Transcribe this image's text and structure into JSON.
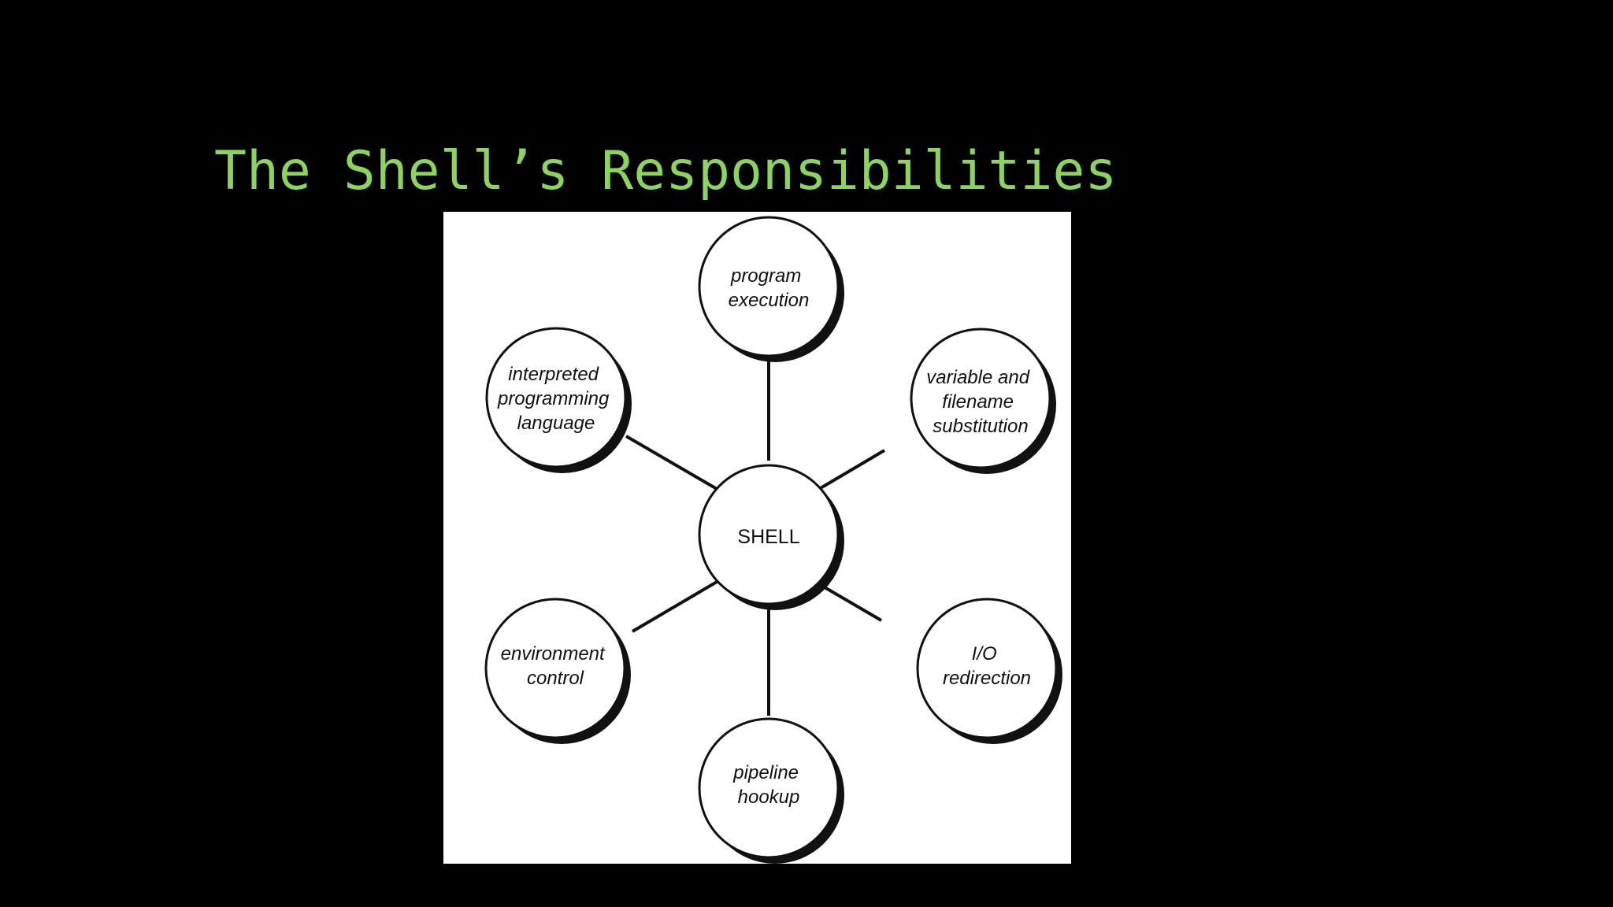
{
  "slide": {
    "title": "The Shell’s Responsibilities",
    "title_color": "#8dd35f",
    "background_color": "#000000"
  },
  "diagram": {
    "center": {
      "label": "SHELL"
    },
    "nodes": [
      {
        "id": "program-execution",
        "lines": [
          "program",
          "execution"
        ]
      },
      {
        "id": "variable-substitution",
        "lines": [
          "variable and",
          "filename",
          "substitution"
        ]
      },
      {
        "id": "io-redirection",
        "lines": [
          "I/O",
          "redirection"
        ]
      },
      {
        "id": "pipeline-hookup",
        "lines": [
          "pipeline",
          "hookup"
        ]
      },
      {
        "id": "environment-control",
        "lines": [
          "environment",
          "control"
        ]
      },
      {
        "id": "interpreted-language",
        "lines": [
          "interpreted",
          "programming",
          "language"
        ]
      }
    ]
  }
}
